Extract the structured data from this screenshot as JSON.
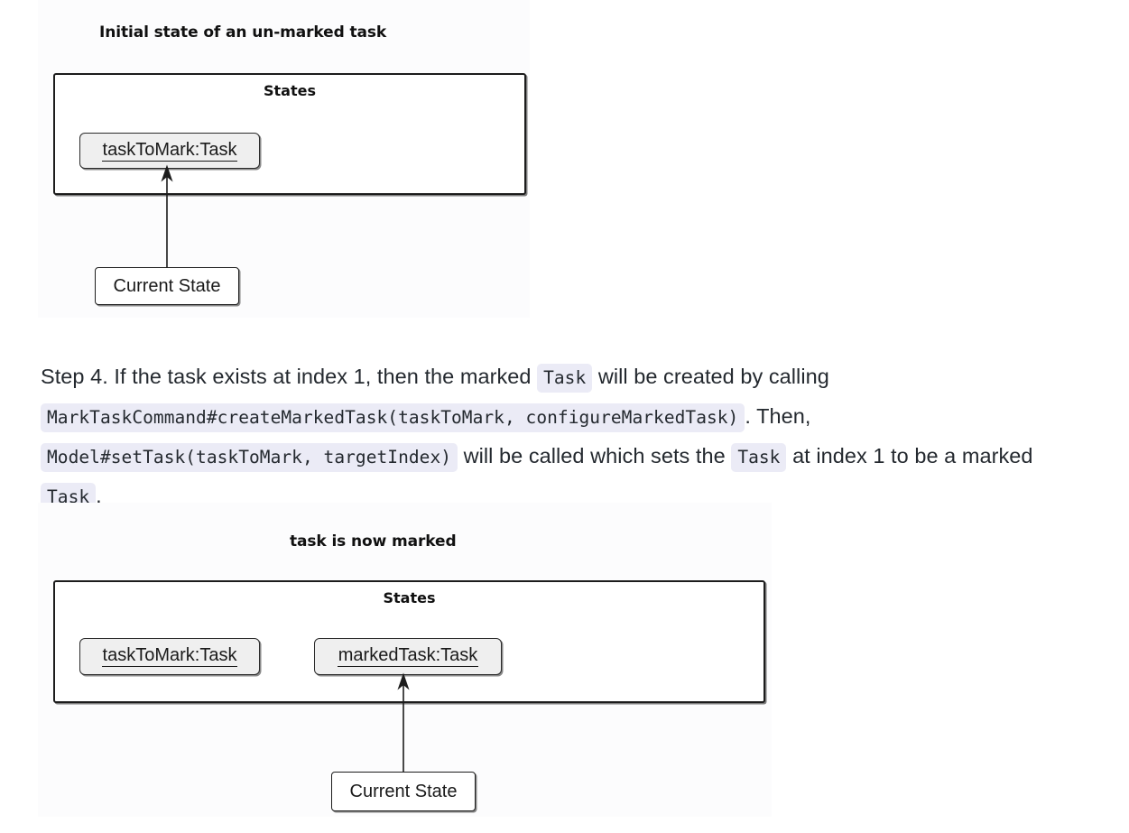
{
  "page": {
    "background_color": "#ffffff",
    "text_color": "#24292f",
    "code_chip_background": "#ebebf6"
  },
  "diagram_1": {
    "name": "initial-state-diagram",
    "title": "Initial state of an un-marked task",
    "frame_label": "States",
    "objects": [
      {
        "label": "taskToMark:Task"
      }
    ],
    "note": "Current State"
  },
  "prose": {
    "step_label": "Step 4.",
    "segments": [
      {
        "type": "text",
        "value": "Step 4. If the task exists at index 1, then the marked "
      },
      {
        "type": "code",
        "value": "Task"
      },
      {
        "type": "text",
        "value": " will be created by calling "
      },
      {
        "type": "code",
        "value": "MarkTaskCommand#createMarkedTask(taskToMark, configureMarkedTask)"
      },
      {
        "type": "text",
        "value": ". Then, "
      },
      {
        "type": "code",
        "value": "Model#setTask(taskToMark, targetIndex)"
      },
      {
        "type": "text",
        "value": " will be called which sets the "
      },
      {
        "type": "code",
        "value": "Task"
      },
      {
        "type": "text",
        "value": " at index 1 to be a marked "
      },
      {
        "type": "code",
        "value": "Task"
      },
      {
        "type": "text",
        "value": "."
      }
    ],
    "t0": "Step 4. If the task exists at index 1, then the marked ",
    "c1": "Task",
    "t1": " will be created by calling ",
    "c2": "MarkTaskCommand#createMarkedTask(taskToMark, configureMarkedTask)",
    "t2": ". Then, ",
    "c3": "Model#setTask(taskToMark, targetIndex)",
    "t3": " will be called which sets the ",
    "c4": "Task",
    "t4": " at index 1 to be a marked ",
    "c5": "Task",
    "t5": "."
  },
  "diagram_2": {
    "name": "marked-state-diagram",
    "title": "task is now marked",
    "frame_label": "States",
    "objects": [
      {
        "label": "taskToMark:Task"
      },
      {
        "label": "markedTask:Task"
      }
    ],
    "note": "Current State"
  }
}
